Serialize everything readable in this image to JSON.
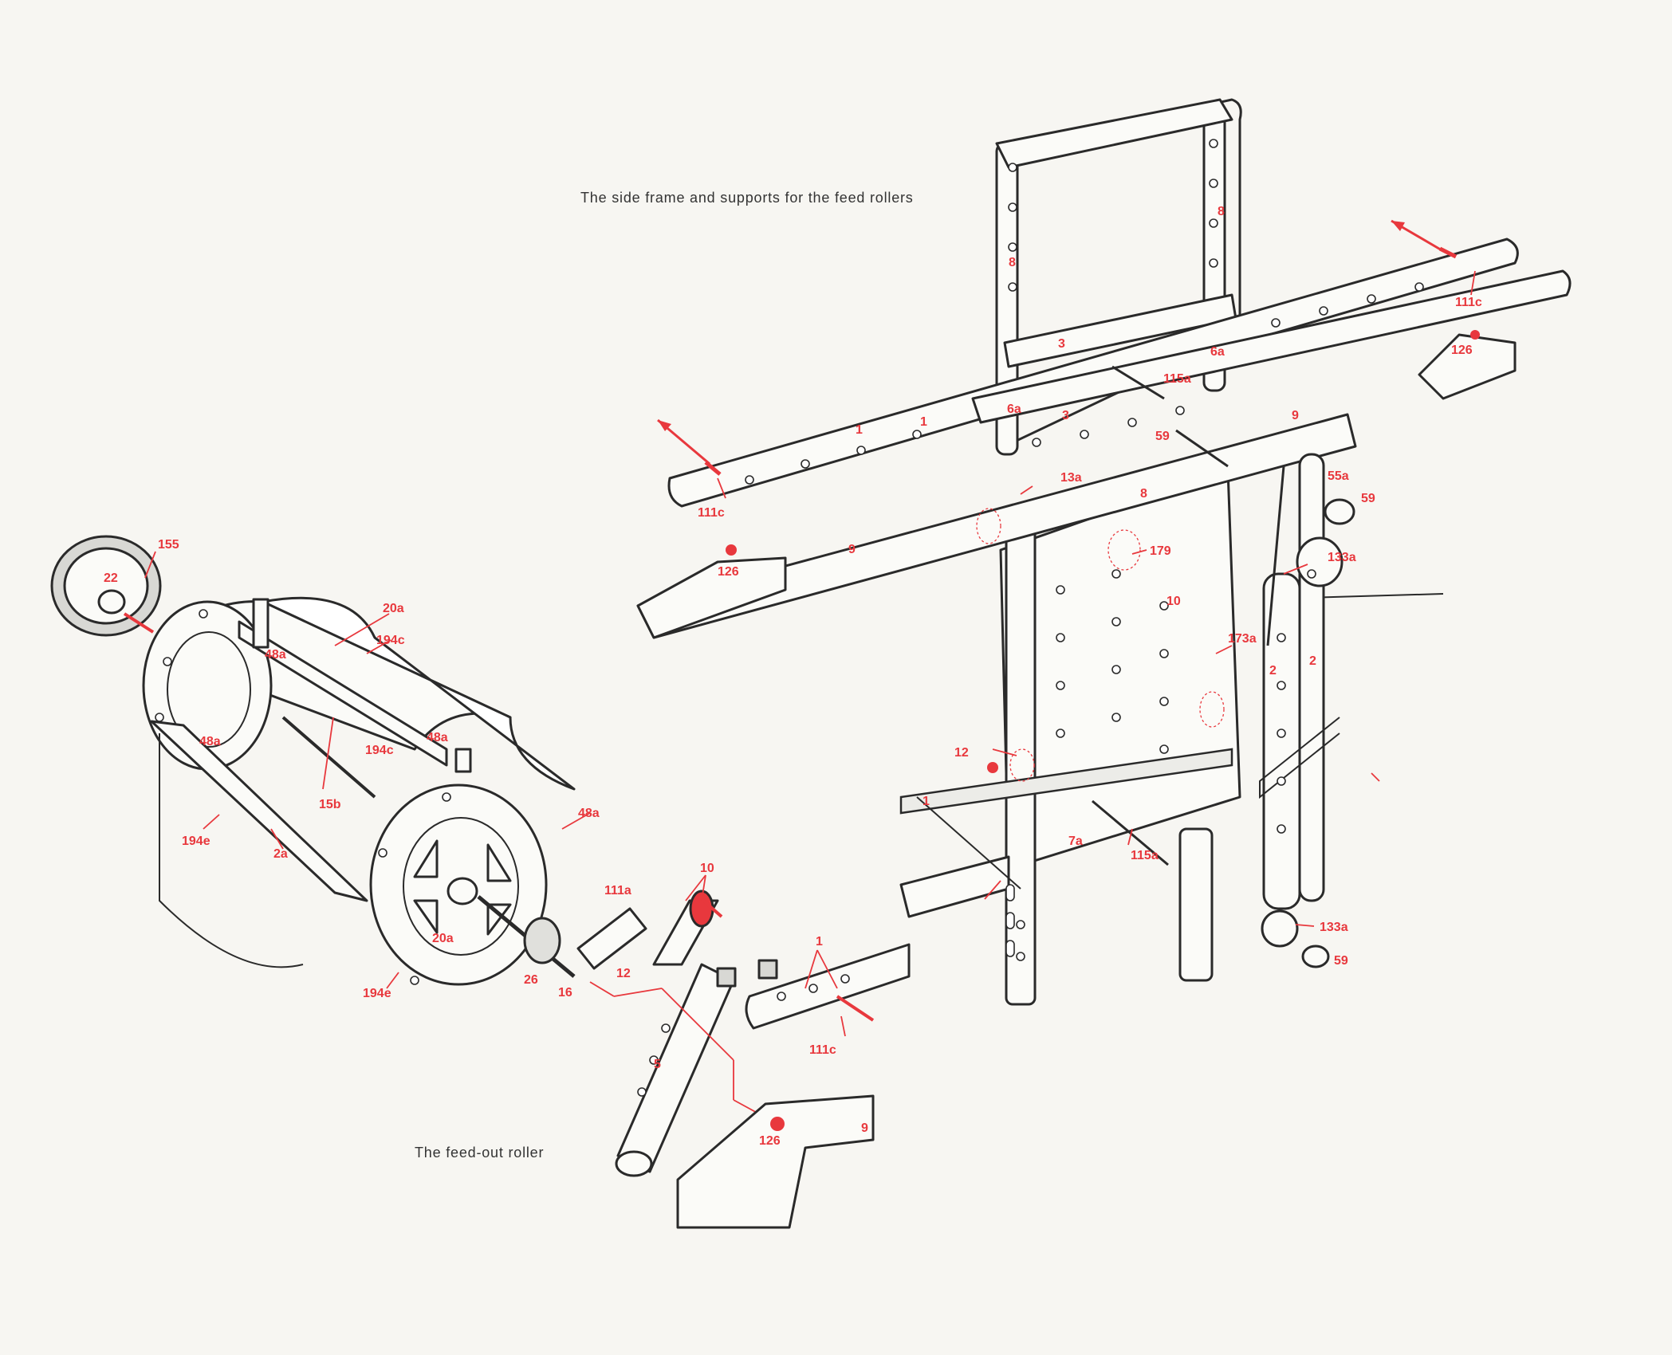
{
  "captions": {
    "side_frame": "The side frame and supports for the feed rollers",
    "feed_out": "The feed-out roller"
  },
  "colors": {
    "label": "#e8383d",
    "outline": "#2a2a2a",
    "paper": "#f7f6f2"
  },
  "labels": {
    "l155": "155",
    "l22": "22",
    "l20a_top": "20a",
    "l194c_top": "194c",
    "l48a_1": "48a",
    "l48a_2": "48a",
    "l48a_3": "48a",
    "l48a_4": "48a",
    "l194c_mid": "194c",
    "l15b": "15b",
    "l194e_1": "194e",
    "l2a": "2a",
    "l20a_bot": "20a",
    "l194e_2": "194e",
    "l26": "26",
    "l16": "16",
    "l111a": "111a",
    "l12_bot": "12",
    "l10_bot": "10",
    "l5": "5",
    "l1_bot": "1",
    "l111c_bot": "111c",
    "l126_bot": "126",
    "l9_bot": "9",
    "l8_a": "8",
    "l8_b": "8",
    "l111c_tr": "111c",
    "l126_tr": "126",
    "l3_a": "3",
    "l3_b": "3",
    "l6a_a": "6a",
    "l6a_b": "6a",
    "l115a_top": "115a",
    "l1_a": "1",
    "l1_b": "1",
    "l59_a": "59",
    "l9_top": "9",
    "l111c_left": "111c",
    "l13a": "13a",
    "l8_c": "8",
    "l55a": "55a",
    "l59_b": "59",
    "l126_left": "126",
    "l9_left": "9",
    "l179": "179",
    "l133a_top": "133a",
    "l10_mid": "10",
    "l173a": "173a",
    "l2_a": "2",
    "l2_b": "2",
    "l12_mid": "12",
    "l1_c": "1",
    "l7a": "7a",
    "l115a_bot": "115a",
    "l133a_bot": "133a",
    "l59_c": "59"
  }
}
